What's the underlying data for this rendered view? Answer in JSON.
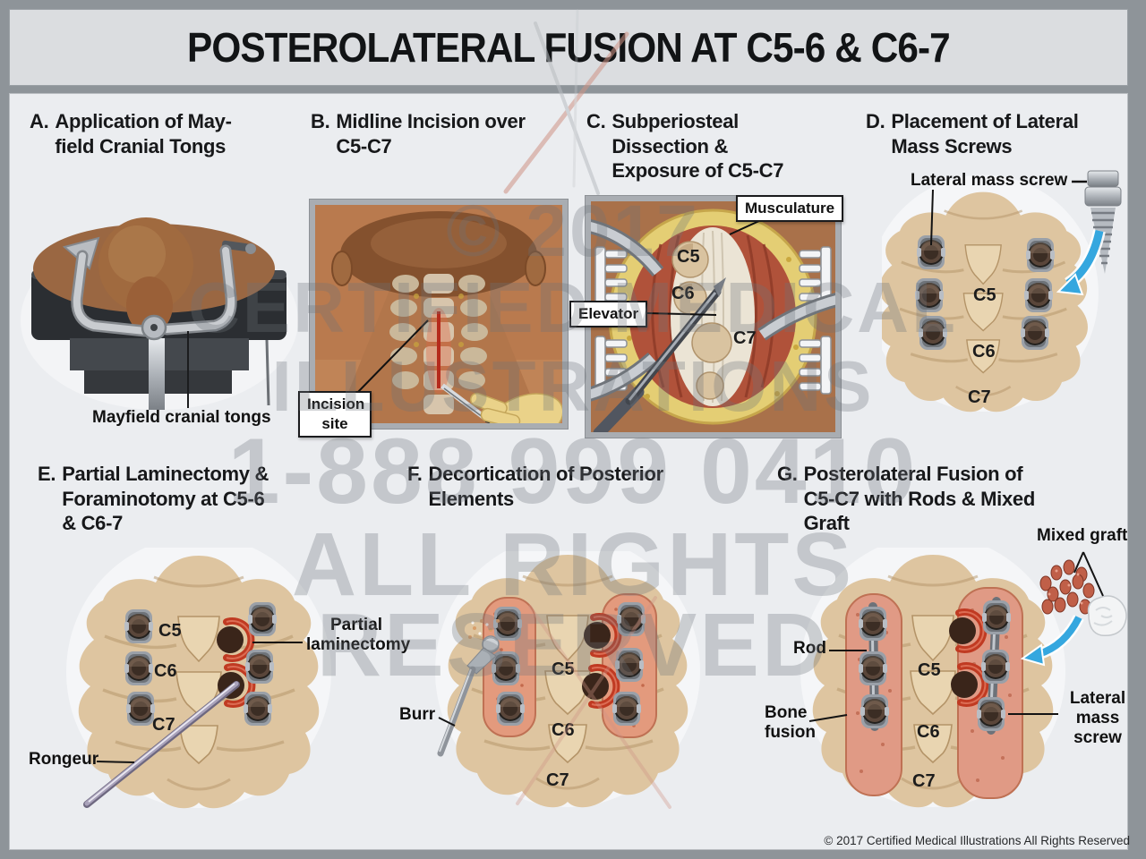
{
  "title": "POSTEROLATERAL FUSION AT C5-6 & C6-7",
  "watermark": {
    "lines": [
      "© 2017",
      "CERTIFIED MEDICAL",
      "ILLUSTRATIONS",
      "1-888 999 0410",
      "ALL RIGHTS",
      "RESERVED"
    ]
  },
  "panels": [
    {
      "letter": "A.",
      "title": "Application of May-\nfield Cranial Tongs",
      "labels": {
        "tongs": "Mayfield cranial tongs"
      }
    },
    {
      "letter": "B.",
      "title": "Midline Incision over\nC5-C7",
      "labels": {
        "incision_site": "Incision\nsite"
      }
    },
    {
      "letter": "C.",
      "title": "Subperiosteal\nDissection &\nExposure of C5-C7",
      "labels": {
        "musculature": "Musculature",
        "elevator": "Elevator",
        "c5": "C5",
        "c6": "C6",
        "c7": "C7"
      }
    },
    {
      "letter": "D.",
      "title": "Placement of Lateral\nMass Screws",
      "labels": {
        "screw": "Lateral mass screw",
        "c5": "C5",
        "c6": "C6",
        "c7": "C7"
      }
    },
    {
      "letter": "E.",
      "title": "Partial Laminectomy &\nForaminotomy at C5-6\n& C6-7",
      "labels": {
        "partial_laminectomy": "Partial\nlaminectomy",
        "rongeur": "Rongeur",
        "c5": "C5",
        "c6": "C6",
        "c7": "C7"
      }
    },
    {
      "letter": "F.",
      "title": "Decortication of Posterior\nElements",
      "labels": {
        "burr": "Burr",
        "c5": "C5",
        "c6": "C6",
        "c7": "C7"
      }
    },
    {
      "letter": "G.",
      "title": "Posterolateral Fusion of\nC5-C7 with Rods & Mixed\nGraft",
      "labels": {
        "mixed_graft": "Mixed graft",
        "rod": "Rod",
        "bone_fusion": "Bone\nfusion",
        "lateral_mass_screw": "Lateral\nmass\nscrew",
        "c5": "C5",
        "c6": "C6",
        "c7": "C7"
      }
    }
  ],
  "footer": {
    "copyright": "© 2017 Certified Medical Illustrations All Rights Reserved"
  },
  "colors": {
    "blue_arrow": "#35a7df",
    "muscle_red": "#b0523a",
    "fat_yellow": "#e4ce74",
    "bone": "#dec5a0",
    "decortication_pink": "#e39a7d",
    "laminectomy_red": "#c03a22",
    "frame_gray": "#8e9499",
    "panel_bg": "#ebedf0"
  }
}
